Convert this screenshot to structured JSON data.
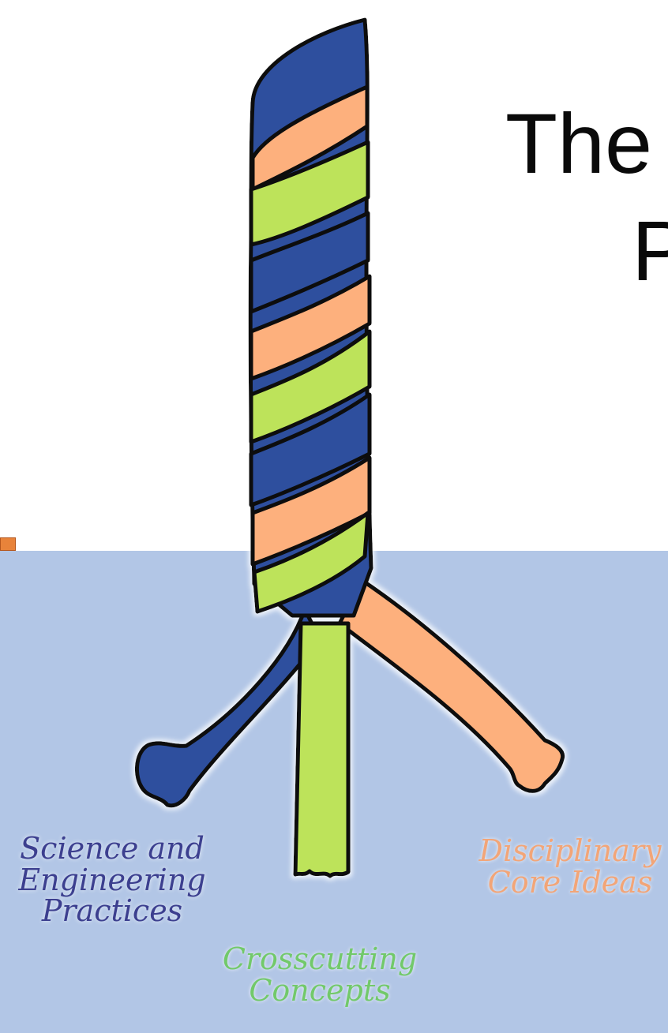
{
  "slide": {
    "title_line1": "The",
    "title_line2": "P",
    "background_band_color": "#b2c6e6",
    "accent_marker_color": "#e8833a"
  },
  "strands": {
    "science_engineering_practices": {
      "label": "Science and\nEngineering\nPractices",
      "color": "#2d4f9e"
    },
    "disciplinary_core_ideas": {
      "label": "Disciplinary\nCore Ideas",
      "color": "#fdb07d"
    },
    "crosscutting_concepts": {
      "label": "Crosscutting\nConcepts",
      "color": "#bde35a"
    }
  }
}
